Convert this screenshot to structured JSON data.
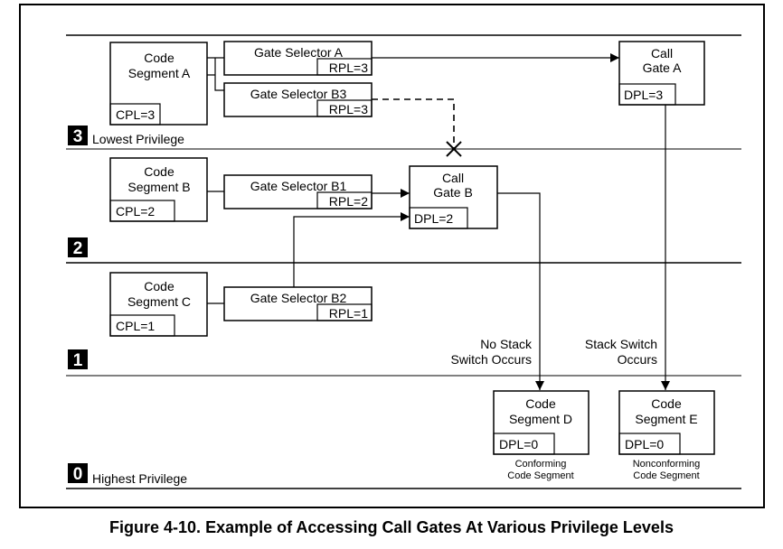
{
  "levels": [
    {
      "num": "3",
      "label": "Lowest Privilege"
    },
    {
      "num": "2",
      "label": ""
    },
    {
      "num": "1",
      "label": ""
    },
    {
      "num": "0",
      "label": "Highest Privilege"
    }
  ],
  "code_segments": {
    "a": {
      "line1": "Code",
      "line2": "Segment A",
      "field": "CPL=3"
    },
    "b": {
      "line1": "Code",
      "line2": "Segment B",
      "field": "CPL=2"
    },
    "c": {
      "line1": "Code",
      "line2": "Segment C",
      "field": "CPL=1"
    },
    "d": {
      "line1": "Code",
      "line2": "Segment D",
      "field": "DPL=0",
      "note1": "Conforming",
      "note2": "Code Segment"
    },
    "e": {
      "line1": "Code",
      "line2": "Segment E",
      "field": "DPL=0",
      "note1": "Nonconforming",
      "note2": "Code Segment"
    }
  },
  "gate_selectors": {
    "a": {
      "label": "Gate Selector A",
      "rpl": "RPL=3"
    },
    "b3": {
      "label": "Gate Selector B3",
      "rpl": "RPL=3"
    },
    "b1": {
      "label": "Gate Selector B1",
      "rpl": "RPL=2"
    },
    "b2": {
      "label": "Gate Selector B2",
      "rpl": "RPL=1"
    }
  },
  "call_gates": {
    "a": {
      "line1": "Call",
      "line2": "Gate A",
      "field": "DPL=3"
    },
    "b": {
      "line1": "Call",
      "line2": "Gate B",
      "field": "DPL=2"
    }
  },
  "annotations": {
    "no_stack_1": "No Stack",
    "no_stack_2": "Switch Occurs",
    "stack_1": "Stack Switch",
    "stack_2": "Occurs"
  },
  "caption": "Figure 4-10.  Example of Accessing Call Gates At Various Privilege Levels"
}
